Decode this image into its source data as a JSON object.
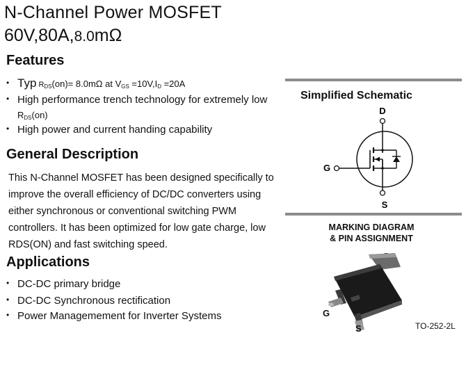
{
  "header": {
    "title_line1": "N-Channel Power   MOSFET",
    "title_line2_a": "60V,80A,",
    "title_line2_b": "8.0",
    "title_line2_c": "mΩ"
  },
  "features": {
    "heading": "Features",
    "items": [
      {
        "typ": "Typ",
        "rds": "R",
        "rds_sub": "DS",
        "rest": "(on)= ",
        "val": "8.0mΩ",
        "at": "  at V",
        "vgs_sub": "GS",
        "vgs": " =10V,I",
        "id_sub": "D",
        "id": " =20A"
      },
      {
        "text": "High performance trench technology for extremely low"
      },
      {
        "cont_r": "R",
        "cont_sub": "DS",
        "cont_rest": "(on)"
      },
      {
        "text": "High power and current handing capability"
      }
    ]
  },
  "general": {
    "heading": "General Description",
    "lines": [
      "This N-Channel MOSFET has been designed specifically to",
      "improve the overall efficiency of DC/DC converters using",
      "either synchronous or conventional switching PWM",
      "controllers. It has been optimized for low gate charge, low",
      "RDS(ON) and fast switching speed."
    ]
  },
  "applications": {
    "heading": "Applications",
    "items": [
      "DC-DC primary bridge",
      "DC-DC Synchronous rectification",
      "Power Managemement for Inverter Systems"
    ]
  },
  "schematic": {
    "title": "Simplified Schematic",
    "pin_d": "D",
    "pin_g": "G",
    "pin_s": "S"
  },
  "marking": {
    "title_line1": "MARKING DIAGRAM",
    "title_line2": "& PIN ASSIGNMENT",
    "pin_d": "D",
    "pin_g": "G",
    "pin_s": "S",
    "package": "TO-252-2L"
  },
  "colors": {
    "rule": "#8c8c8c",
    "package_body": "#1a1a1a"
  }
}
